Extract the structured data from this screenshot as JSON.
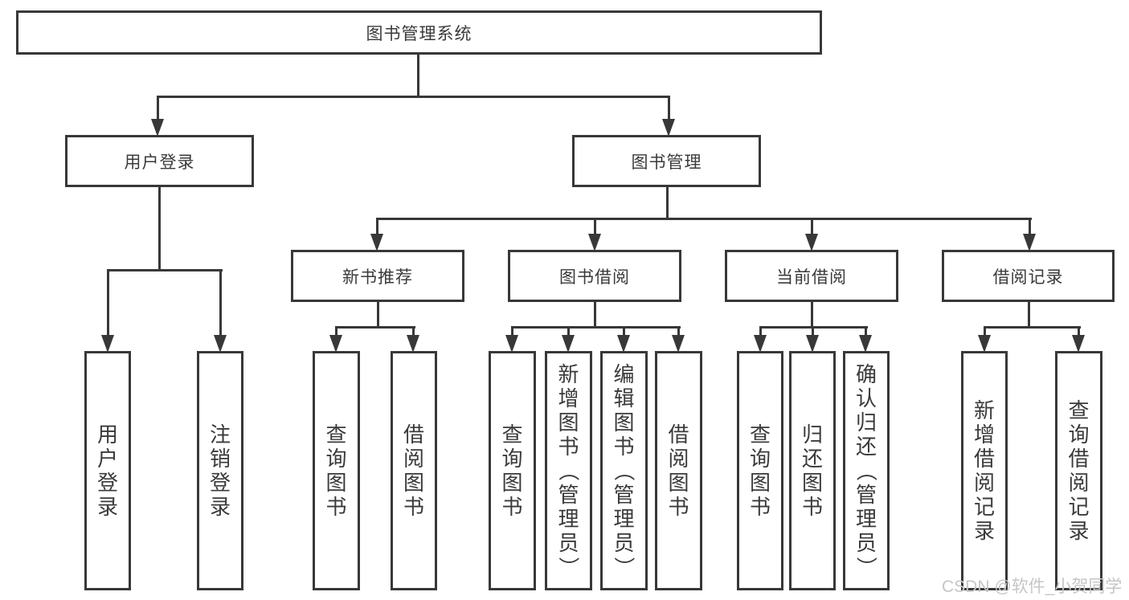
{
  "diagram": {
    "root": "图书管理系统",
    "level2": {
      "user_login": "用户登录",
      "book_mgmt": "图书管理"
    },
    "level3": {
      "new_books": "新书推荐",
      "borrowing": "图书借阅",
      "current": "当前借阅",
      "records": "借阅记录"
    },
    "leaves": {
      "user_login": "用户登录",
      "logout": "注销登录",
      "nb_query": "查询图书",
      "nb_borrow": "借阅图书",
      "bw_query": "查询图书",
      "bw_add": "新增图书（管理员）",
      "bw_edit": "编辑图书（管理员）",
      "bw_borrow": "借阅图书",
      "cur_query": "查询图书",
      "cur_return": "归还图书",
      "cur_confirm": "确认归还（管理员）",
      "rec_add": "新增借阅记录",
      "rec_query": "查询借阅记录"
    }
  },
  "watermark": "CSDN @软件_小贺同学",
  "colors": {
    "line": "#383838",
    "text": "#3a3a3a",
    "watermark": "#c6c6c6",
    "background": "#ffffff"
  }
}
